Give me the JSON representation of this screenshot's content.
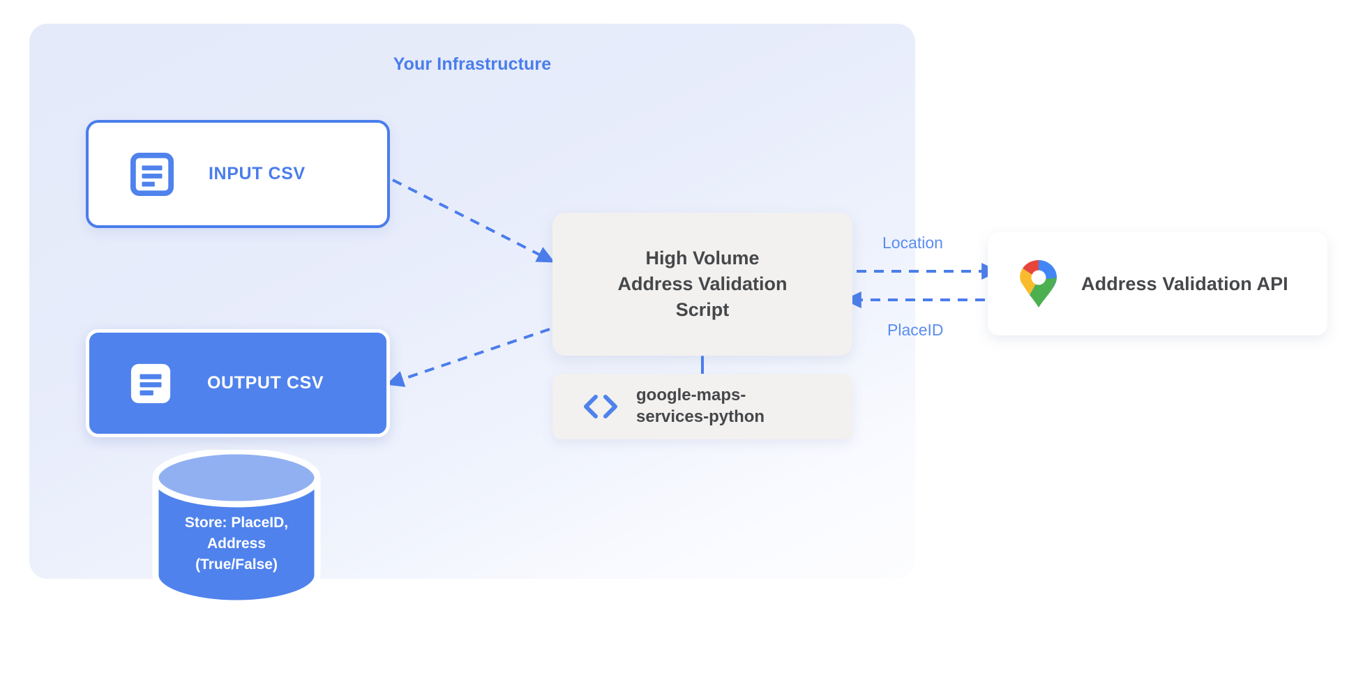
{
  "panel": {
    "title": "Your Infrastructure",
    "accent_color": "#4a7deb",
    "background_color": "#e6ebfa"
  },
  "nodes": {
    "input_csv": {
      "label": "INPUT CSV",
      "icon": "document-icon",
      "fill": "#ffffff",
      "border_color": "#4a7deb",
      "text_color": "#4a7deb"
    },
    "output_csv": {
      "label": "OUTPUT CSV",
      "icon": "document-icon",
      "fill": "#4f82ec",
      "border_color": "#ffffff",
      "text_color": "#ffffff"
    },
    "script": {
      "line1": "High Volume",
      "line2": "Address Validation",
      "line3": "Script",
      "fill": "#f2f1ef",
      "text_color": "#45474a"
    },
    "library": {
      "line1": "google-maps-",
      "line2": "services-python",
      "icon": "code-brackets-icon",
      "fill": "#f2f1ef",
      "text_color": "#45474a"
    },
    "api": {
      "label": "Address Validation API",
      "icon": "google-maps-pin-icon",
      "fill": "#ffffff",
      "text_color": "#45474a"
    },
    "database": {
      "line1": "Store: PlaceID,",
      "line2": "Address",
      "line3": "(True/False)",
      "body_color": "#4f82ec",
      "top_color": "#91b0f2",
      "text_color": "#ffffff"
    }
  },
  "edges": {
    "request_label": "Location",
    "response_label": "PlaceID",
    "stroke_color": "#4a7deb"
  }
}
